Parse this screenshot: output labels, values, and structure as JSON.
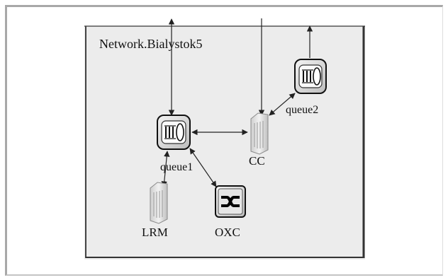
{
  "network": {
    "title": "Network.Bialystok5"
  },
  "nodes": {
    "queue1": {
      "label": "queue1",
      "icon": "queue-icon"
    },
    "queue2": {
      "label": "queue2",
      "icon": "queue-icon"
    },
    "cc": {
      "label": "CC",
      "icon": "server-icon"
    },
    "lrm": {
      "label": "LRM",
      "icon": "server-icon"
    },
    "oxc": {
      "label": "OXC",
      "icon": "crossconnect-icon"
    }
  },
  "colors": {
    "canvas_bg": "#ececec",
    "border": "#333333",
    "arrow": "#222222"
  }
}
